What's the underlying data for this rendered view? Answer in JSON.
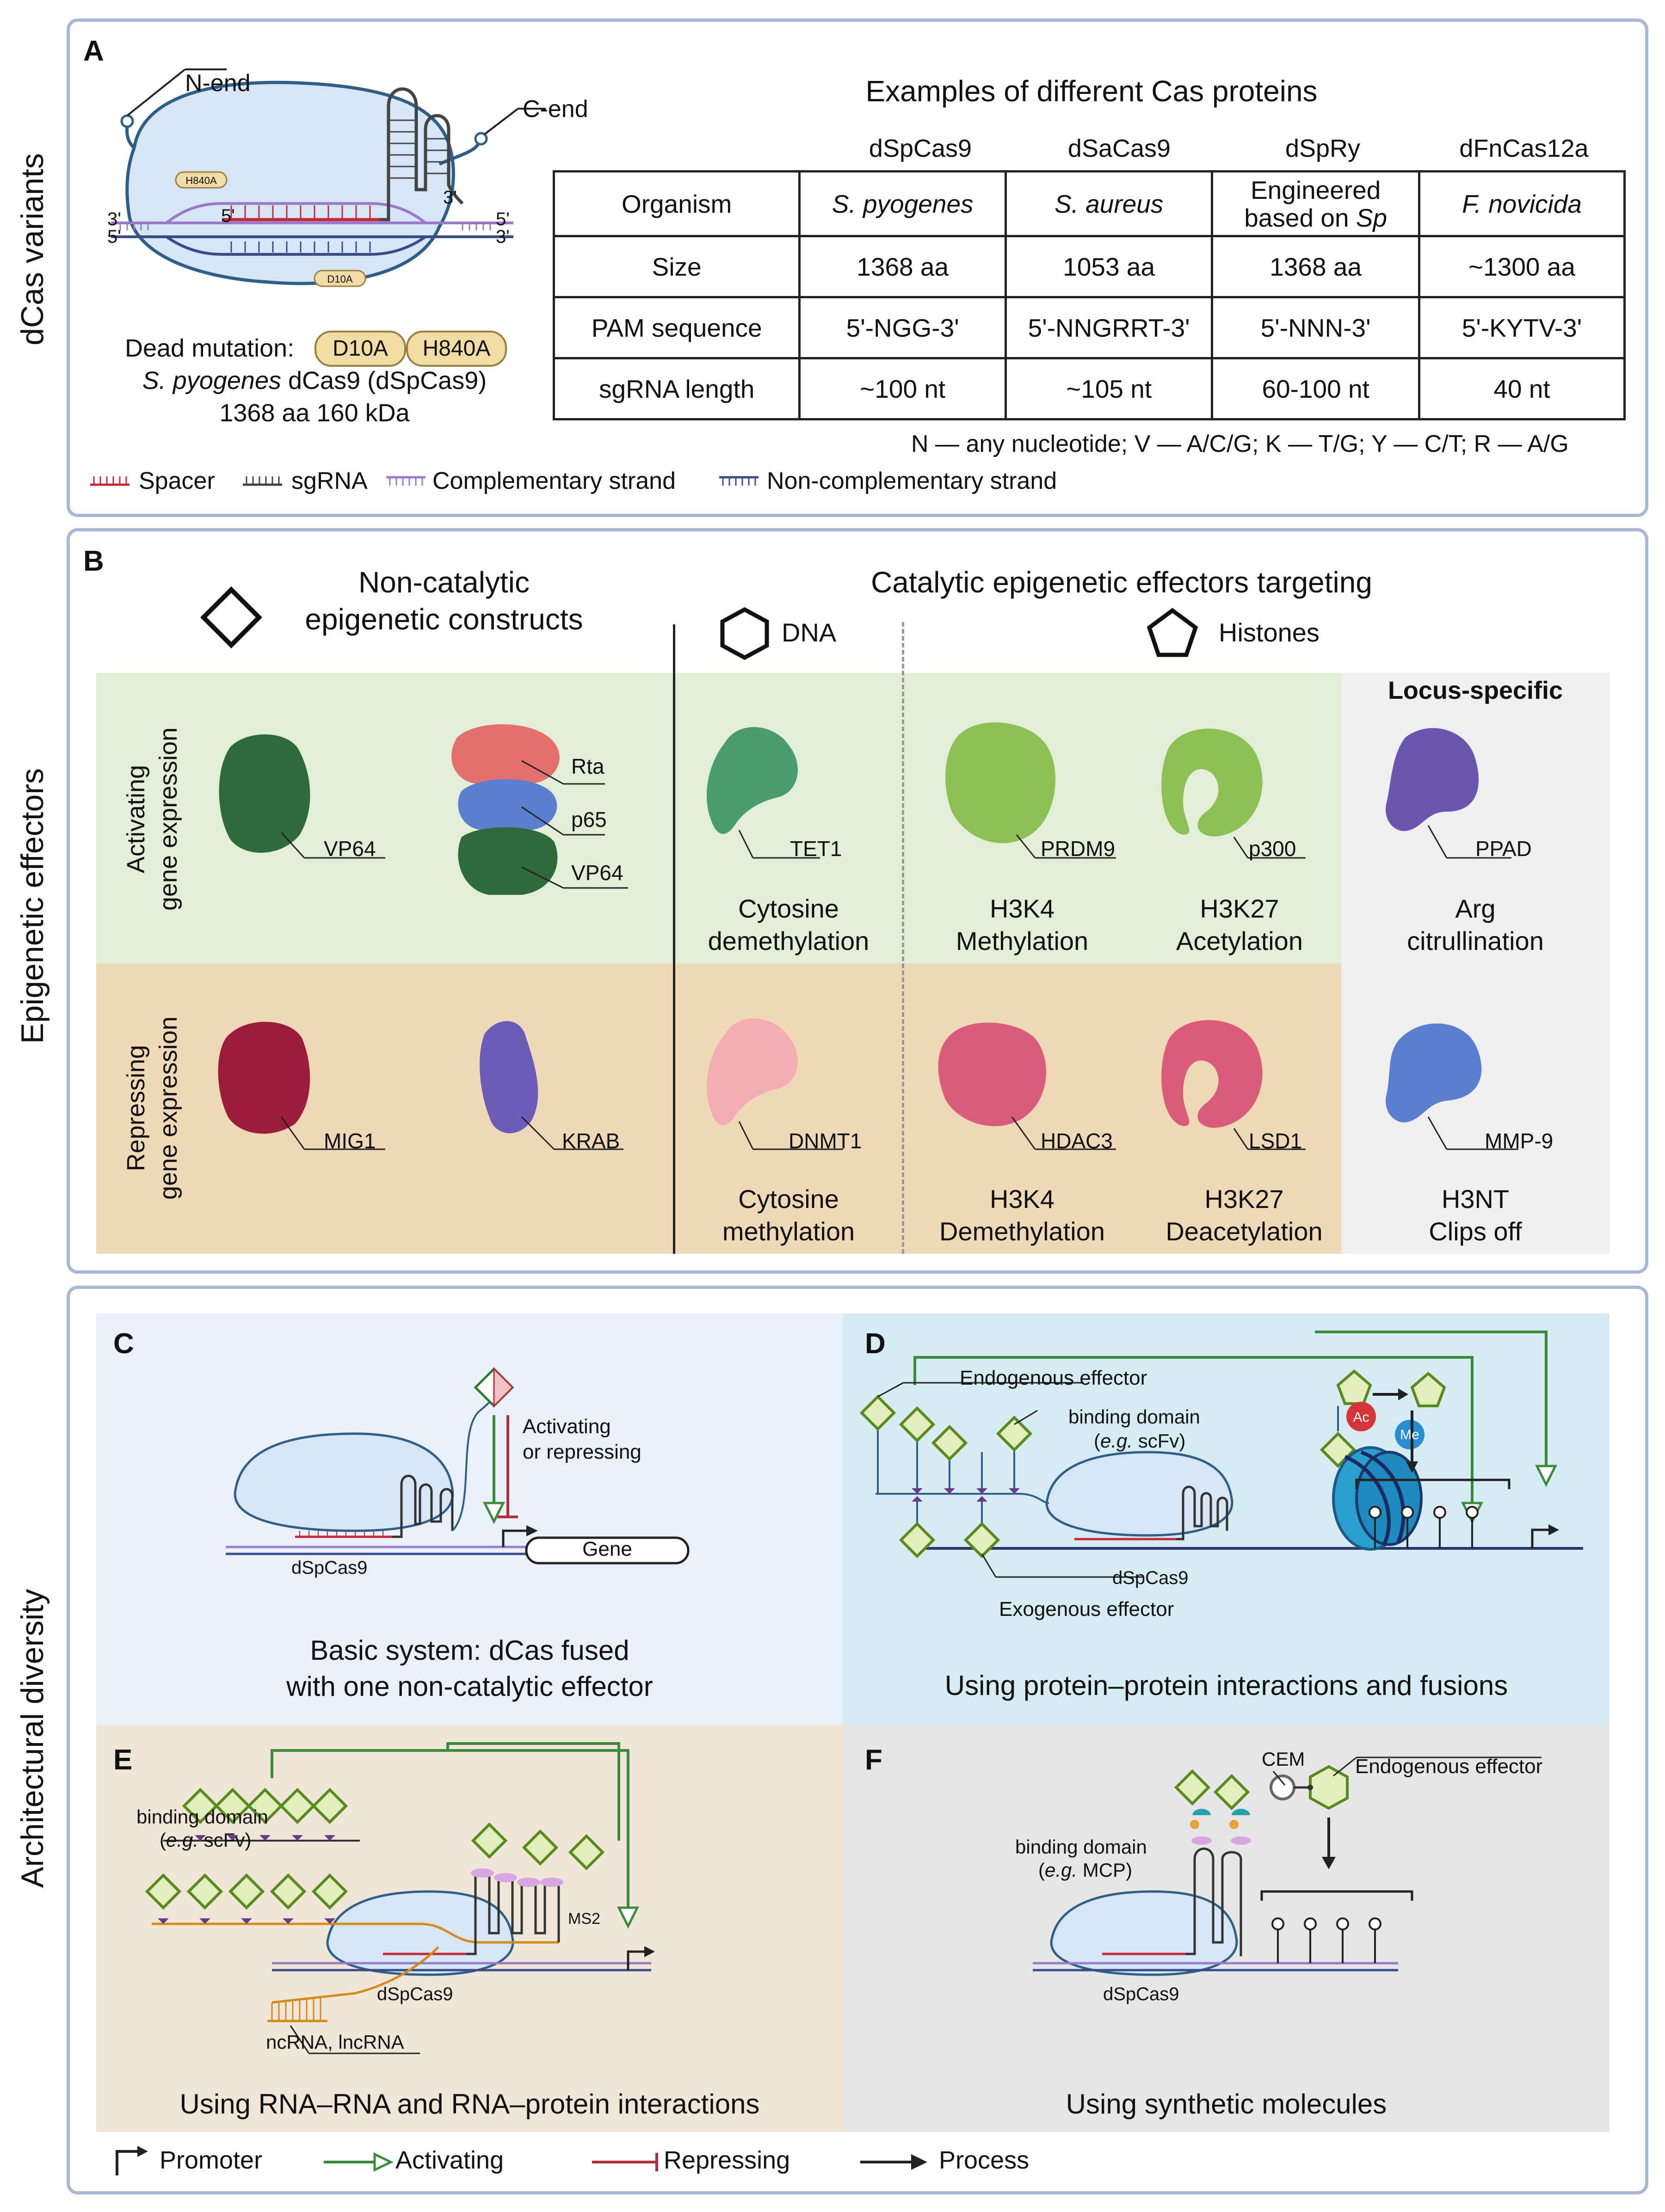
{
  "side_labels": {
    "a": "dCas variants",
    "b": "Epigenetic effectors",
    "cdef": "Architectural diversity"
  },
  "panelA": {
    "letter": "A",
    "n_end": "N-end",
    "c_end": "C-end",
    "h840a_small": "H840A",
    "d10a_small": "D10A",
    "strand_3l": "3'",
    "strand_5l": "5'",
    "strand_5r": "5'",
    "strand_3r": "3'",
    "spacer_5": "5'",
    "hairpin_3": "3'",
    "dead_mutation_label": "Dead mutation:",
    "badge_d10a": "D10A",
    "badge_h840a": "H840A",
    "species_italic": "S. pyogenes",
    "species_rest": " dCas9 (dSpCas9)",
    "size_line": "1368 aa 160 kDa",
    "table_title": "Examples of different Cas proteins",
    "columns": [
      "dSpCas9",
      "dSaCas9",
      "dSpRy",
      "dFnCas12a"
    ],
    "rows": [
      {
        "label": "Organism",
        "cells": [
          "S. pyogenes",
          "S. aureus",
          "",
          "F. novicida"
        ]
      },
      {
        "label": "Size",
        "cells": [
          "1368 aa",
          "1053 aa",
          "1368 aa",
          "~1300 aa"
        ]
      },
      {
        "label": "PAM sequence",
        "cells": [
          "5'-NGG-3'",
          "5'-NNGRRT-3'",
          "5'-NNN-3'",
          "5'-KYTV-3'"
        ]
      },
      {
        "label": "sgRNA length",
        "cells": [
          "~100 nt",
          "~105 nt",
          "60-100 nt",
          "40 nt"
        ]
      }
    ],
    "engineered_line1": "Engineered",
    "engineered_line2": "based on ",
    "engineered_italic": "Sp",
    "footnote": "N — any nucleotide; V — A/C/G; K — T/G; Y — C/T; R — A/G",
    "legend": [
      "Spacer",
      "sgRNA",
      "Complementary strand",
      "Non-complementary strand"
    ]
  },
  "panelB": {
    "letter": "B",
    "noncat_line1": "Non-catalytic",
    "noncat_line2": "epigenetic constructs",
    "cat_title": "Catalytic epigenetic effectors targeting",
    "dna": "DNA",
    "histones": "Histones",
    "locus": "Locus-specific",
    "act_line1": "Activating",
    "act_line2": "gene expression",
    "rep_line1": "Repressing",
    "rep_line2": "gene expression",
    "proteins": {
      "vp64a": "VP64",
      "rta": "Rta",
      "p65": "p65",
      "vp64b": "VP64",
      "tet1": "TET1",
      "prdm9": "PRDM9",
      "p300": "p300",
      "ppad": "PPAD",
      "mig1": "MIG1",
      "krab": "KRAB",
      "dnmt1": "DNMT1",
      "hdac3": "HDAC3",
      "lsd1": "LSD1",
      "mmp9": "MMP-9"
    },
    "captions": {
      "tet1_1": "Cytosine",
      "tet1_2": "demethylation",
      "prdm9_1": "H3K4",
      "prdm9_2": "Methylation",
      "p300_1": "H3K27",
      "p300_2": "Acetylation",
      "ppad_1": "Arg",
      "ppad_2": "citrullination",
      "dnmt1_1": "Cytosine",
      "dnmt1_2": "methylation",
      "hdac3_1": "H3K4",
      "hdac3_2": "Demethylation",
      "lsd1_1": "H3K27",
      "lsd1_2": "Deacetylation",
      "mmp9_1": "H3NT",
      "mmp9_2": "Clips off"
    },
    "colors": {
      "activating_bg": "#e2efd6",
      "repressing_bg": "#eed8b8",
      "locus_bg": "#efefef"
    }
  },
  "panelC": {
    "letter": "C",
    "act_rep_1": "Activating",
    "act_rep_2": "or repressing",
    "gene": "Gene",
    "dcas": "dSpCas9",
    "caption_1": "Basic system: dCas fused",
    "caption_2": "with one non-catalytic effector"
  },
  "panelD": {
    "letter": "D",
    "endogenous": "Endogenous effector",
    "binding_1": "binding domain",
    "binding_2_italic": "e.g.",
    "binding_2_rest": " scFv)",
    "binding_2_open": "(",
    "exogenous": "Exogenous effector",
    "ac": "Ac",
    "me": "Me",
    "dcas": "dSpCas9",
    "caption": "Using protein–protein interactions and fusions"
  },
  "panelE": {
    "letter": "E",
    "binding_1": "binding domain",
    "binding_2_open": "(",
    "binding_2_italic": "e.g.",
    "binding_2_rest": " scFv)",
    "ms2": "MS2",
    "ncrna": "ncRNA, lncRNA",
    "dcas": "dSpCas9",
    "caption": "Using RNA–RNA and RNA–protein interactions"
  },
  "panelF": {
    "letter": "F",
    "cem": "CEM",
    "endogenous": "Endogenous effector",
    "binding_1": "binding domain",
    "binding_2_open": "(",
    "binding_2_italic": "e.g.",
    "binding_2_rest": " MCP)",
    "dcas": "dSpCas9",
    "caption": "Using synthetic molecules"
  },
  "bottom_legend": [
    "Promoter",
    "Activating",
    "Repressing",
    "Process"
  ]
}
